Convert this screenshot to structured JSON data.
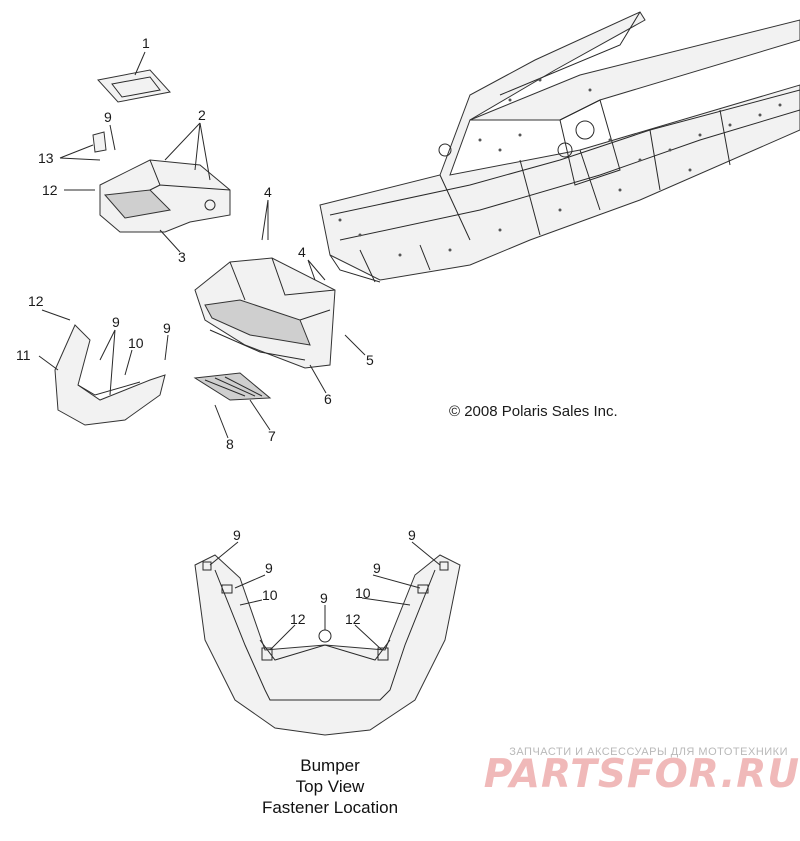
{
  "callouts": {
    "c1": "1",
    "c2": "2",
    "c3": "3",
    "c4a": "4",
    "c4b": "4",
    "c5": "5",
    "c6": "6",
    "c7": "7",
    "c8": "8",
    "c9a": "9",
    "c9b": "9",
    "c9c": "9",
    "c10": "10",
    "c11": "11",
    "c12a": "12",
    "c12b": "12",
    "c13": "13",
    "b9a": "9",
    "b9b": "9",
    "b9c": "9",
    "b9d": "9",
    "b9e": "9",
    "b10a": "10",
    "b10b": "10",
    "b12a": "12",
    "b12b": "12"
  },
  "copyright": "© 2008 Polaris Sales Inc.",
  "bumper_caption": [
    "Bumper",
    "Top View",
    "Fastener Location"
  ],
  "watermark": {
    "tagline": "ЗАПЧАСТИ И АКСЕССУАРЫ ДЛЯ МОТОТЕХНИКИ",
    "logo": "PARTSFOR.RU"
  },
  "colors": {
    "ink": "#1a1a1a",
    "watermark": "#f0b9b9"
  }
}
